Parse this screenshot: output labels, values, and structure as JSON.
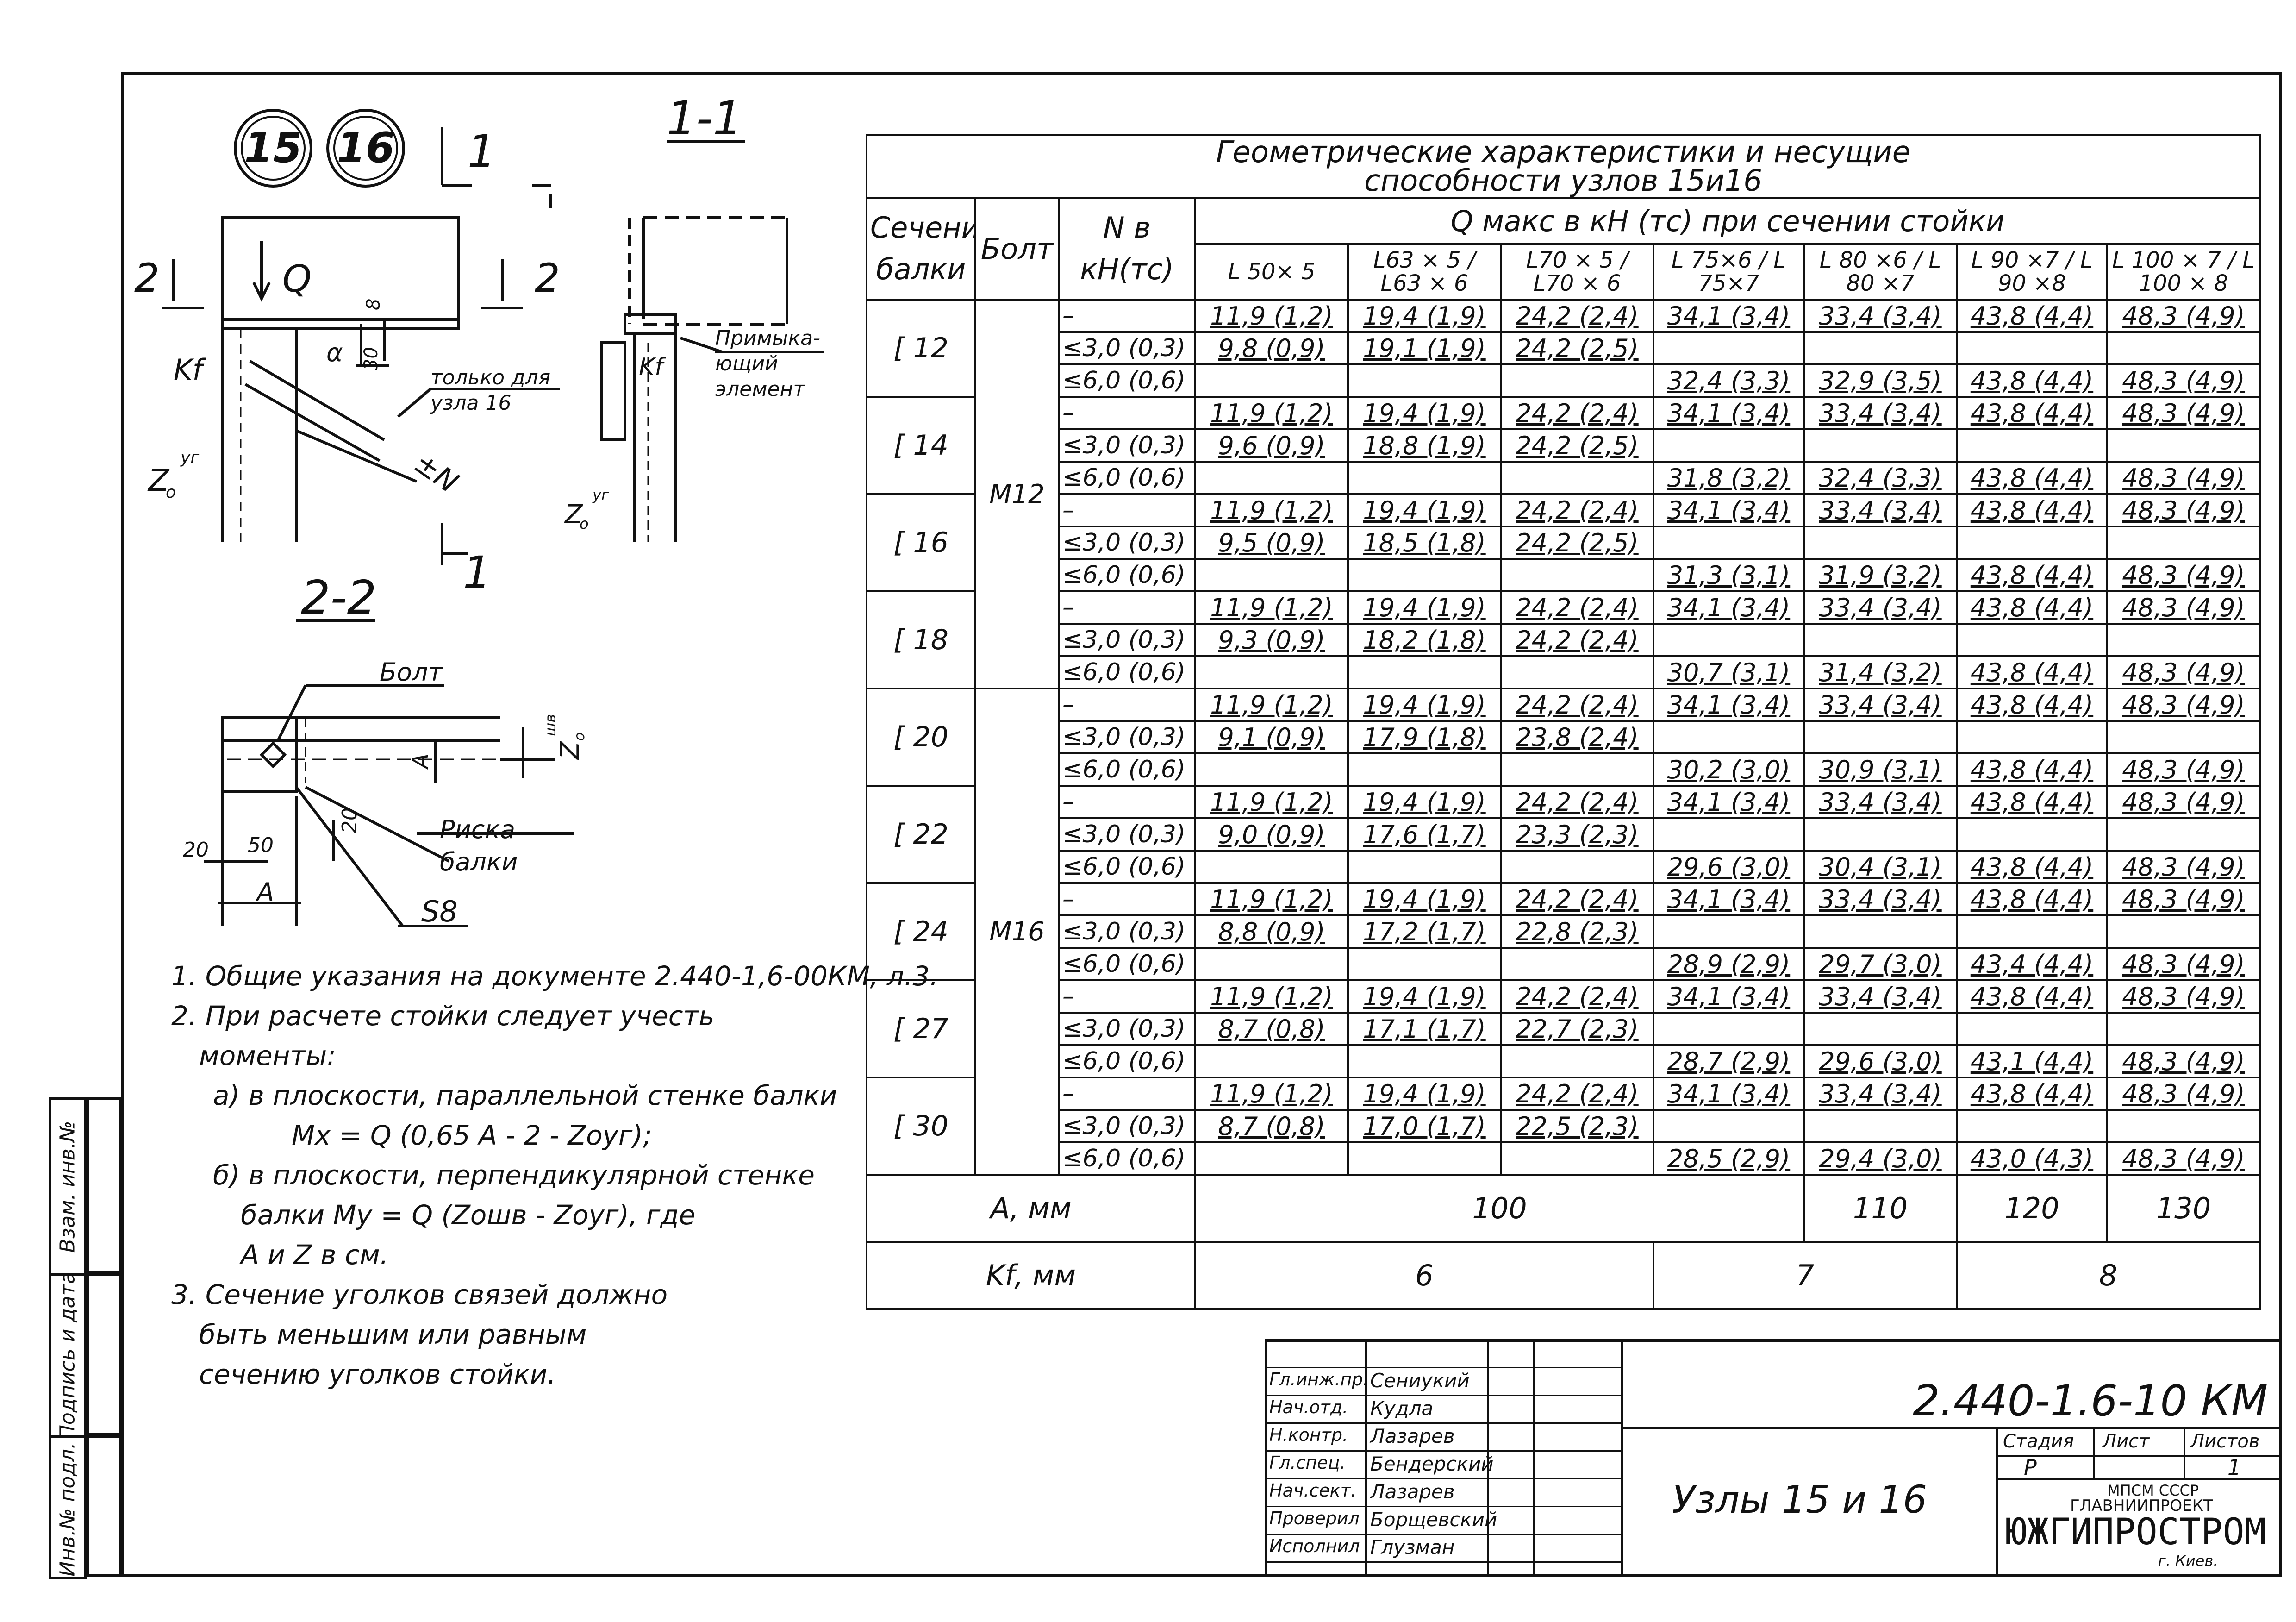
{
  "table": {
    "title_line1": "Геометрические   характеристики   и   несущие",
    "title_line2": "способности   узлов   15и16",
    "col_section": "Сечение балки",
    "col_bolt": "Болт",
    "col_n": "N в кН(тс)",
    "col_q": "Q макс  в кН (тс)   при сечении  стойки",
    "angles": [
      "L 50× 5",
      "L63 × 5 / L63 × 6",
      "L70 × 5 / L70 × 6",
      "L 75×6 / L 75×7",
      "L 80 ×6 / L 80 ×7",
      "L 90 ×7 / L 90 ×8",
      "L 100 × 7 / L 100 × 8"
    ],
    "n_levels": [
      "–",
      "≤3,0 (0,3)",
      "≤6,0 (0,6)"
    ],
    "bolts": [
      "М12",
      "М16"
    ],
    "rows": [
      {
        "section": "[ 12",
        "r1": [
          "11,9 (1,2)",
          "19,4 (1,9)",
          "24,2 (2,4)",
          "34,1 (3,4)",
          "33,4 (3,4)",
          "43,8 (4,4)",
          "48,3 (4,9)"
        ],
        "r2": [
          "9,8 (0,9)",
          "19,1 (1,9)",
          "24,2 (2,5)",
          "",
          "",
          "",
          ""
        ],
        "r3": [
          "",
          "",
          "",
          "32,4 (3,3)",
          "32,9 (3,5)",
          "43,8 (4,4)",
          "48,3 (4,9)"
        ]
      },
      {
        "section": "[ 14",
        "r1": [
          "11,9 (1,2)",
          "19,4 (1,9)",
          "24,2 (2,4)",
          "34,1 (3,4)",
          "33,4 (3,4)",
          "43,8 (4,4)",
          "48,3 (4,9)"
        ],
        "r2": [
          "9,6 (0,9)",
          "18,8 (1,9)",
          "24,2 (2,5)",
          "",
          "",
          "",
          ""
        ],
        "r3": [
          "",
          "",
          "",
          "31,8 (3,2)",
          "32,4 (3,3)",
          "43,8 (4,4)",
          "48,3 (4,9)"
        ]
      },
      {
        "section": "[ 16",
        "r1": [
          "11,9 (1,2)",
          "19,4 (1,9)",
          "24,2 (2,4)",
          "34,1 (3,4)",
          "33,4 (3,4)",
          "43,8 (4,4)",
          "48,3 (4,9)"
        ],
        "r2": [
          "9,5 (0,9)",
          "18,5 (1,8)",
          "24,2 (2,5)",
          "",
          "",
          "",
          ""
        ],
        "r3": [
          "",
          "",
          "",
          "31,3 (3,1)",
          "31,9 (3,2)",
          "43,8 (4,4)",
          "48,3 (4,9)"
        ]
      },
      {
        "section": "[ 18",
        "r1": [
          "11,9 (1,2)",
          "19,4 (1,9)",
          "24,2 (2,4)",
          "34,1 (3,4)",
          "33,4 (3,4)",
          "43,8 (4,4)",
          "48,3 (4,9)"
        ],
        "r2": [
          "9,3 (0,9)",
          "18,2 (1,8)",
          "24,2 (2,4)",
          "",
          "",
          "",
          ""
        ],
        "r3": [
          "",
          "",
          "",
          "30,7 (3,1)",
          "31,4 (3,2)",
          "43,8 (4,4)",
          "48,3 (4,9)"
        ]
      },
      {
        "section": "[ 20",
        "r1": [
          "11,9 (1,2)",
          "19,4 (1,9)",
          "24,2 (2,4)",
          "34,1 (3,4)",
          "33,4 (3,4)",
          "43,8 (4,4)",
          "48,3 (4,9)"
        ],
        "r2": [
          "9,1 (0,9)",
          "17,9 (1,8)",
          "23,8 (2,4)",
          "",
          "",
          "",
          ""
        ],
        "r3": [
          "",
          "",
          "",
          "30,2 (3,0)",
          "30,9 (3,1)",
          "43,8 (4,4)",
          "48,3 (4,9)"
        ]
      },
      {
        "section": "[ 22",
        "r1": [
          "11,9 (1,2)",
          "19,4 (1,9)",
          "24,2 (2,4)",
          "34,1 (3,4)",
          "33,4 (3,4)",
          "43,8 (4,4)",
          "48,3 (4,9)"
        ],
        "r2": [
          "9,0 (0,9)",
          "17,6 (1,7)",
          "23,3 (2,3)",
          "",
          "",
          "",
          ""
        ],
        "r3": [
          "",
          "",
          "",
          "29,6 (3,0)",
          "30,4 (3,1)",
          "43,8 (4,4)",
          "48,3 (4,9)"
        ]
      },
      {
        "section": "[ 24",
        "r1": [
          "11,9 (1,2)",
          "19,4 (1,9)",
          "24,2 (2,4)",
          "34,1 (3,4)",
          "33,4 (3,4)",
          "43,8 (4,4)",
          "48,3 (4,9)"
        ],
        "r2": [
          "8,8 (0,9)",
          "17,2 (1,7)",
          "22,8 (2,3)",
          "",
          "",
          "",
          ""
        ],
        "r3": [
          "",
          "",
          "",
          "28,9 (2,9)",
          "29,7 (3,0)",
          "43,4 (4,4)",
          "48,3 (4,9)"
        ]
      },
      {
        "section": "[ 27",
        "r1": [
          "11,9 (1,2)",
          "19,4 (1,9)",
          "24,2 (2,4)",
          "34,1 (3,4)",
          "33,4 (3,4)",
          "43,8 (4,4)",
          "48,3 (4,9)"
        ],
        "r2": [
          "8,7 (0,8)",
          "17,1 (1,7)",
          "22,7 (2,3)",
          "",
          "",
          "",
          ""
        ],
        "r3": [
          "",
          "",
          "",
          "28,7 (2,9)",
          "29,6 (3,0)",
          "43,1 (4,4)",
          "48,3 (4,9)"
        ]
      },
      {
        "section": "[ 30",
        "r1": [
          "11,9 (1,2)",
          "19,4 (1,9)",
          "24,2 (2,4)",
          "34,1 (3,4)",
          "33,4 (3,4)",
          "43,8 (4,4)",
          "48,3 (4,9)"
        ],
        "r2": [
          "8,7 (0,8)",
          "17,0 (1,7)",
          "22,5 (2,3)",
          "",
          "",
          "",
          ""
        ],
        "r3": [
          "",
          "",
          "",
          "28,5 (2,9)",
          "29,4 (3,0)",
          "43,0 (4,3)",
          "48,3 (4,9)"
        ]
      }
    ],
    "a_label": "А,     мм",
    "a_values": [
      "100",
      "110",
      "120",
      "130"
    ],
    "kf_label": "Kf,     мм",
    "kf_values": [
      "6",
      "7",
      "8"
    ]
  },
  "drawing": {
    "node_15": "15",
    "node_16": "16",
    "section_11": "1-1",
    "section_22": "2-2",
    "cut_1": "1",
    "cut_2": "2",
    "q": "Q",
    "kf": "Kf",
    "only_node16_1": "только для",
    "only_node16_2": "узла 16",
    "n_force": "±N",
    "alpha": "α",
    "dim_8": "8",
    "dim_30": "30",
    "adjacent_1": "Примыка-",
    "adjacent_2": "ющий",
    "adjacent_3": "элемент",
    "z0yg": "Z",
    "sub_o": "o",
    "sup_yg": "уг",
    "sup_shv": "шв",
    "bolt": "Болт",
    "mark_1": "Риска",
    "mark_2": "балки",
    "s8": "S8",
    "dim_20": "20",
    "dim_50": "50",
    "dim_a": "А"
  },
  "notes": [
    "1. Общие указания на документе 2.440-1,6-00КМ, л.3.",
    "2. При расчете стойки следует учесть",
    "   моменты:",
    "   а) в плоскости, параллельной стенке балки",
    "         Mx = Q (0,65 A - 2 - Zoуг);",
    "   б) в плоскости, перпендикулярной стенке",
    "      балки My = Q (Zoшв - Zoуг), где",
    "      A и Z в см.",
    "3. Сечение уголков связей должно",
    "   быть меньшим или равным",
    "   сечению уголков стойки."
  ],
  "sidebar": [
    "Инв.№ подл.",
    "Подпись и дата",
    "Взам. инв.№"
  ],
  "titleblock": {
    "doc_code": "2.440-1.6-10 КМ",
    "title": "Узлы  15 и 16",
    "stage_label": "Стадия",
    "sheet_label": "Лист",
    "sheets_label": "Листов",
    "stage": "Р",
    "sheets": "1",
    "org1": "МПСМ СССР",
    "org2": "ГЛАВНИИПРОЕКТ",
    "org3": "ЮЖГИПРОСТРОМ",
    "org4": "г. Киев.",
    "roles": [
      "Гл.инж.пр.",
      "Нач.отд.",
      "Н.контр.",
      "Гл.спец.",
      "Нач.сект.",
      "Проверил",
      "Исполнил"
    ],
    "names": [
      "Сениукий",
      "Кудла",
      "Лазарев",
      "Бендерский",
      "Лазарев",
      "Борщевский",
      "Глузман"
    ]
  }
}
